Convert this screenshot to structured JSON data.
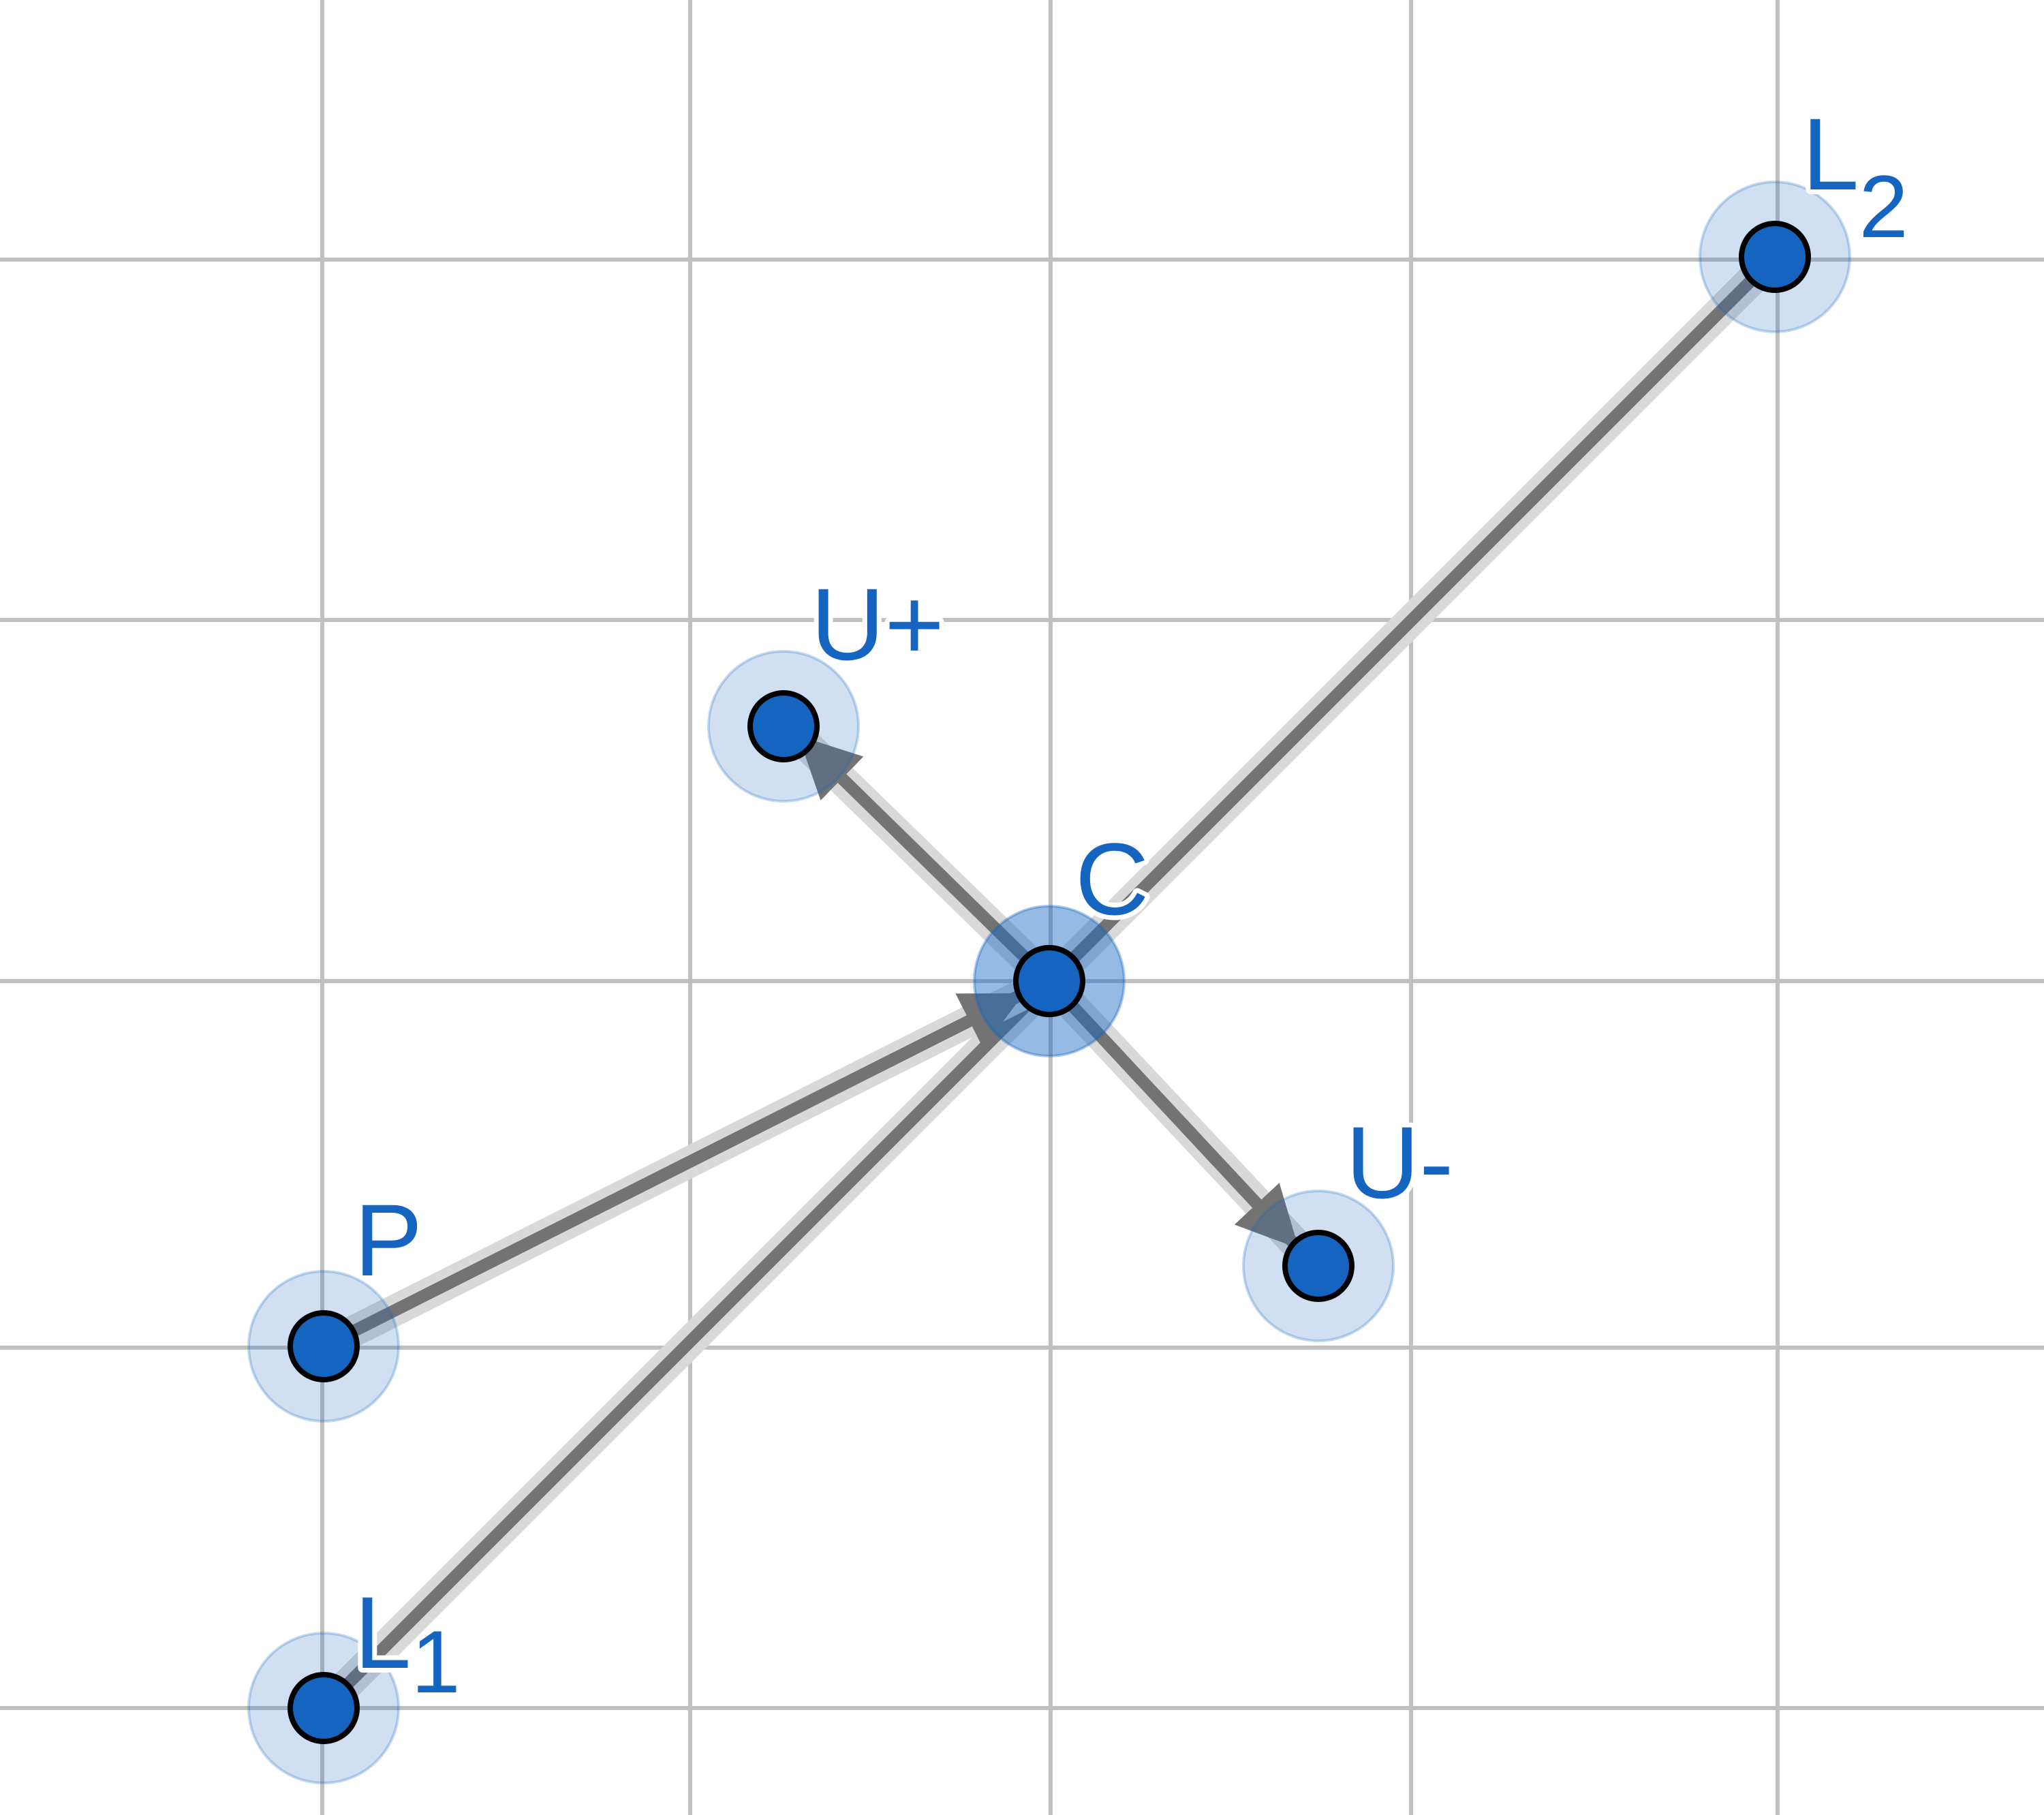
{
  "points": {
    "L1": {
      "name": "L",
      "sub": "1"
    },
    "L2": {
      "name": "L",
      "sub": "2"
    },
    "P": {
      "name": "P",
      "sub": ""
    },
    "C": {
      "name": "C",
      "sub": ""
    },
    "Uplus": {
      "name": "U+",
      "sub": ""
    },
    "Uminus": {
      "name": "U-",
      "sub": ""
    }
  },
  "colors": {
    "grid": "#c0c0c0",
    "point_fill": "#1565c0",
    "point_halo": "#1565c0",
    "segment": "#737373",
    "label": "#1565c0",
    "background": "#ffffff"
  }
}
